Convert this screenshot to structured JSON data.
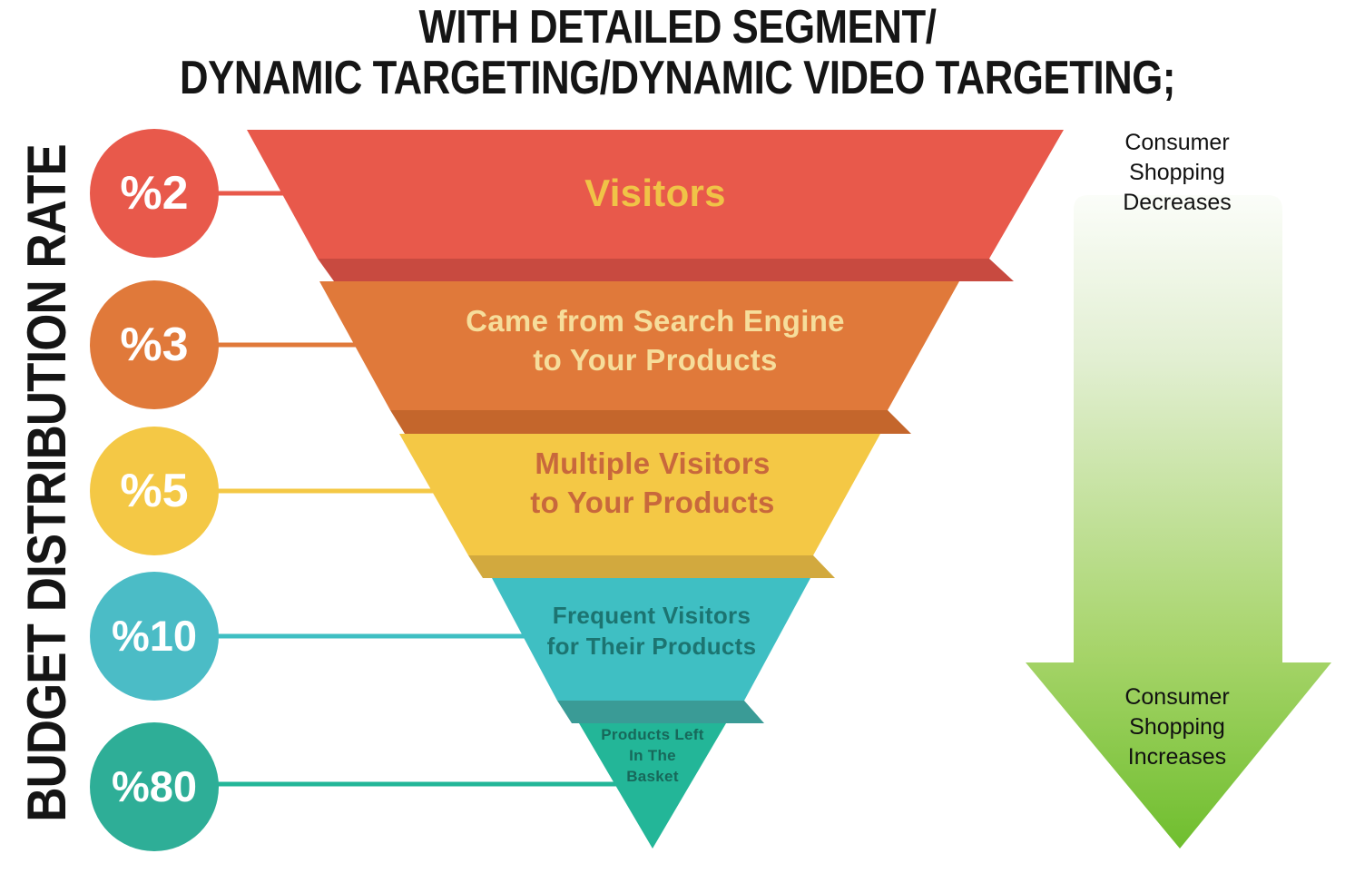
{
  "title": "WITH DETAILED SEGMENT/\nDYNAMIC TARGETING/DYNAMIC VIDEO TARGETING;",
  "axis_label": "BUDGET DISTRIBUTION RATE",
  "stages": [
    {
      "rate": "%2",
      "label": "Visitors",
      "color": "#E8594B",
      "shadow_color": "#C84A40",
      "label_color": "#F0C347",
      "circle_color": "#E8594B"
    },
    {
      "rate": "%3",
      "label": "Came from Search Engine\nto Your Products",
      "color": "#E0793A",
      "shadow_color": "#C4662C",
      "label_color": "#F6DD9B",
      "circle_color": "#E0793A"
    },
    {
      "rate": "%5",
      "label": "Multiple Visitors\nto Your Products",
      "color": "#F4C845",
      "shadow_color": "#D2A93E",
      "label_color": "#C8683C",
      "circle_color": "#F4C845"
    },
    {
      "rate": "%10",
      "label": "Frequent Visitors\nfor Their Products",
      "color": "#3FBFC3",
      "shadow_color": "#3A9B96",
      "label_color": "#1C7471",
      "circle_color": "#4BBCC6"
    },
    {
      "rate": "%80",
      "label": "Products Left\nIn The\nBasket",
      "color": "#23B698",
      "label_color": "#17685A",
      "circle_color": "#2EAE97"
    }
  ],
  "side_arrow": {
    "top_label": "Consumer\nShopping\nDecreases",
    "bottom_label": "Consumer\nShopping\nIncreases",
    "gradient_stops": [
      "#FBFDF9",
      "#E2EFD2",
      "#A6D469",
      "#6FBE2E"
    ]
  }
}
